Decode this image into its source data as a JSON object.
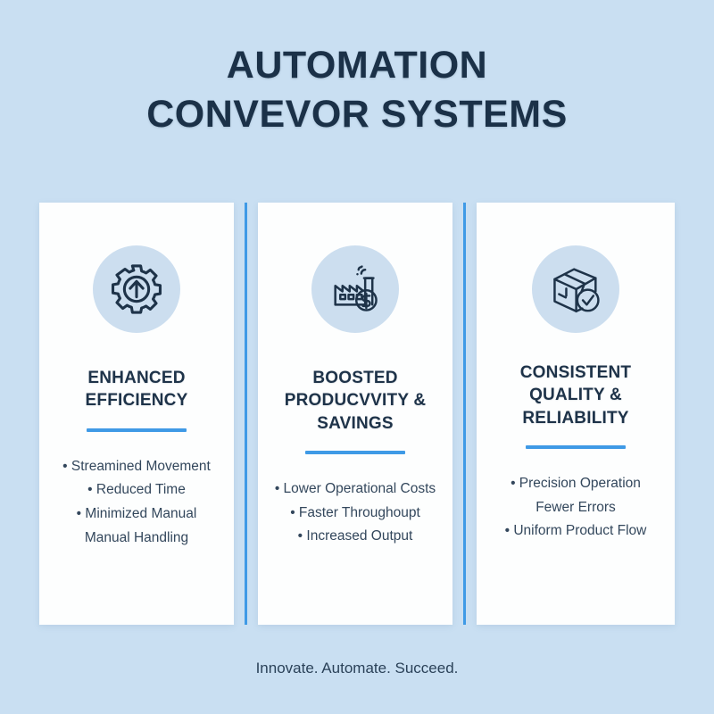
{
  "background_color": "#c9dff2",
  "accent_color": "#3f9ae6",
  "heading_color": "#1e3349",
  "card_background": "#fdfefe",
  "icon_circle_color": "#ccdeef",
  "title": {
    "line1": "AUTOMATION",
    "line2": "CONVEVOR SYSTEMS"
  },
  "cards": [
    {
      "icon": "gear-up-arrow-icon",
      "heading": "ENHANCED\nEFFICIENCY",
      "bullets": [
        "• Streamined Movement",
        "• Reduced Time",
        "• Minimized Manual\nManual Handling"
      ]
    },
    {
      "icon": "factory-dollar-icon",
      "heading": "BOOSTED\nPRODUCVVITY\n& SAVINGS",
      "bullets": [
        "• Lower Operational Costs",
        "• Faster Throughoupt",
        "• Increased Output"
      ]
    },
    {
      "icon": "box-check-icon",
      "heading": "CONSISTENT\nQUALITY &\nRELIABILITY",
      "bullets": [
        "• Precision Operation",
        "Fewer Errors",
        "• Uniform Product Flow"
      ]
    }
  ],
  "footer": {
    "tagline": "Innovate. Automate. Succeed."
  }
}
